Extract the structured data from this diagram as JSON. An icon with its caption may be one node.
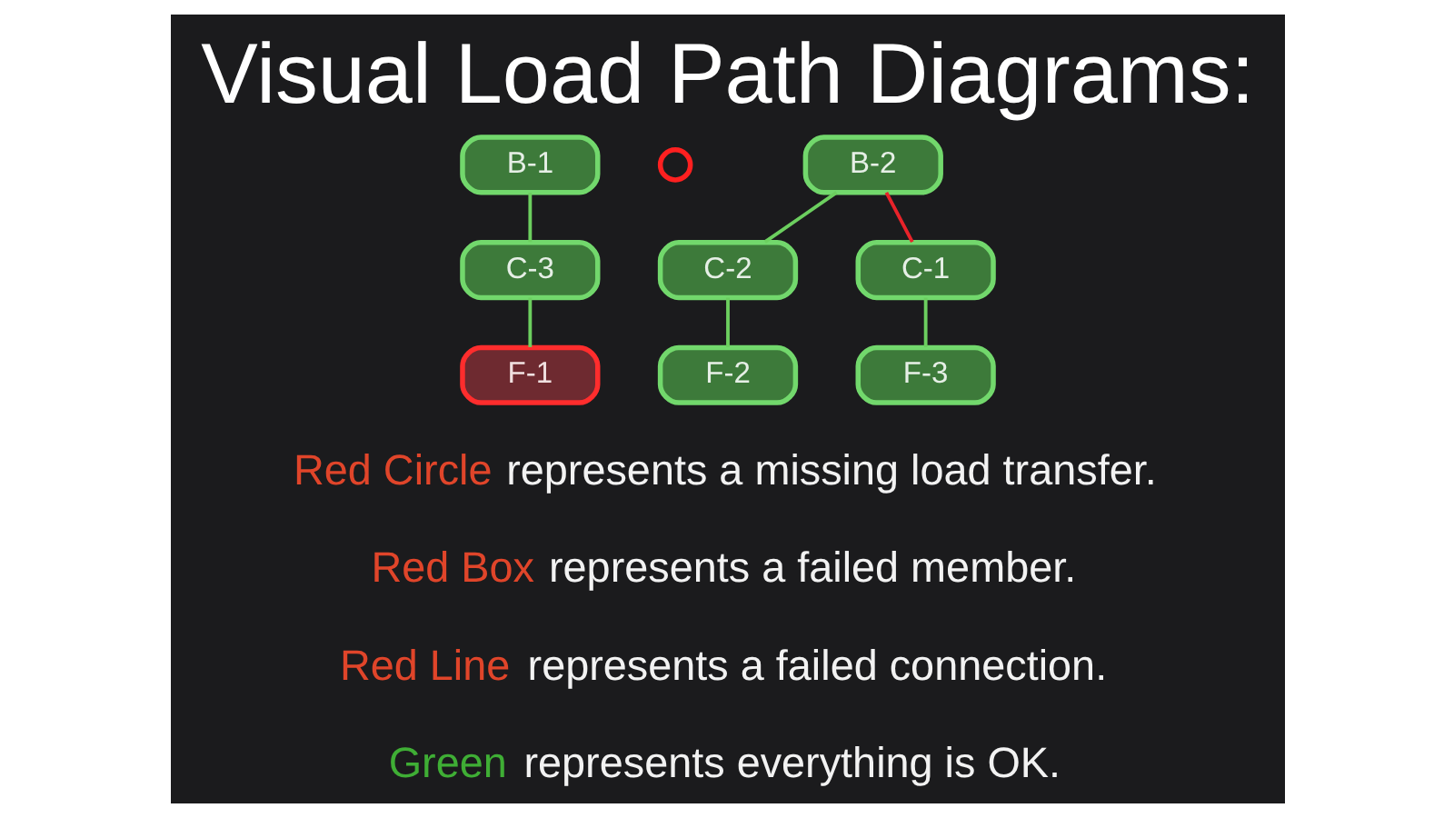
{
  "diagram": {
    "title": "Visual Load Path Diagrams:",
    "nodes": [
      {
        "text": [
          "B-1"
        ]
      },
      {
        "text": [],
        "shape": "circle"
      },
      {
        "text": [
          "B-2"
        ]
      },
      {
        "text": [
          "C-3"
        ]
      },
      {
        "text": [
          "C-2"
        ]
      },
      {
        "text": [
          "C-1"
        ]
      },
      {
        "text": [
          "F-1"
        ]
      },
      {
        "text": [
          "F-2"
        ]
      },
      {
        "text": [
          "F-3"
        ]
      }
    ],
    "edges": [
      {
        "from": 0,
        "to": 3,
        "arrow": "none"
      },
      {
        "from": 3,
        "to": 6,
        "arrow": "none"
      },
      {
        "from": 2,
        "to": 4,
        "arrow": "none"
      },
      {
        "from": 4,
        "to": 7,
        "arrow": "none"
      },
      {
        "from": 2,
        "to": 5,
        "arrow": "none",
        "color": "#e8232a"
      },
      {
        "from": 5,
        "to": 8,
        "arrow": "none"
      }
    ],
    "labels": [
      "Red Circle represents a missing load transfer.",
      "Red Box represents a failed member.",
      "Red Line represents a failed connection.",
      "Green represents everything is OK."
    ]
  }
}
